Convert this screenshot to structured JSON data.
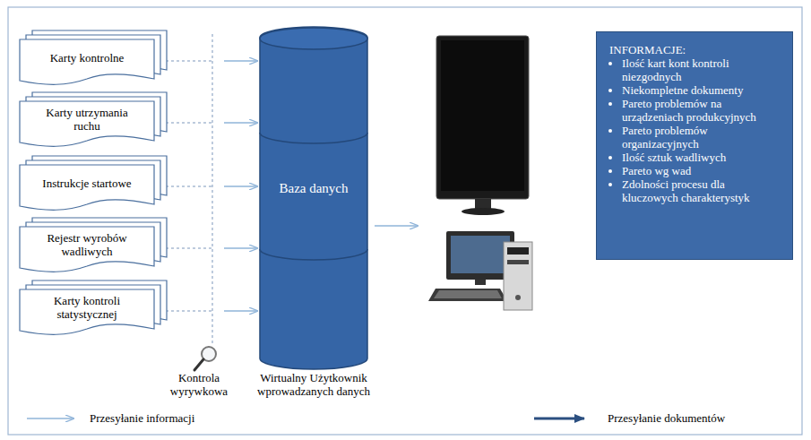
{
  "diagram": {
    "nodes": [
      {
        "text": [
          "Karty kontrolne"
        ]
      },
      {
        "text": [
          "Karty utrzymania ruchu"
        ]
      },
      {
        "text": [
          "Instrukcje startowe"
        ]
      },
      {
        "text": [
          "Rejestr wyrobów wadliwych"
        ]
      },
      {
        "text": [
          "Karty kontroli statystycznej"
        ]
      },
      {
        "text": [
          "Baza danych",
          "Wirtualny Użytkownik wprowadzanych danych"
        ]
      },
      {
        "text": [
          "INFORMACJE:",
          "Ilość kart kont kontroli niezgodnych",
          "Niekompletne dokumenty",
          "Pareto problemów na urządzeniach produkcyjnych",
          "Pareto problemów organizacyjnych",
          "Ilość sztuk wadliwych",
          "Pareto wg wad",
          "Zdolności procesu dla kluczowych charakterystyk"
        ]
      }
    ],
    "edges": [
      {
        "from": 0,
        "to": 5,
        "arrow": "to"
      },
      {
        "from": 1,
        "to": 5,
        "arrow": "to"
      },
      {
        "from": 2,
        "to": 5,
        "arrow": "to"
      },
      {
        "from": 3,
        "to": 5,
        "arrow": "to"
      },
      {
        "from": 4,
        "to": 5,
        "arrow": "to"
      }
    ],
    "labels": [
      "Kontrola wyrywkowa"
    ],
    "legend": [
      {
        "text": "Przesyłanie informacji"
      },
      {
        "text": "Przesyłanie dokumentów"
      }
    ]
  }
}
